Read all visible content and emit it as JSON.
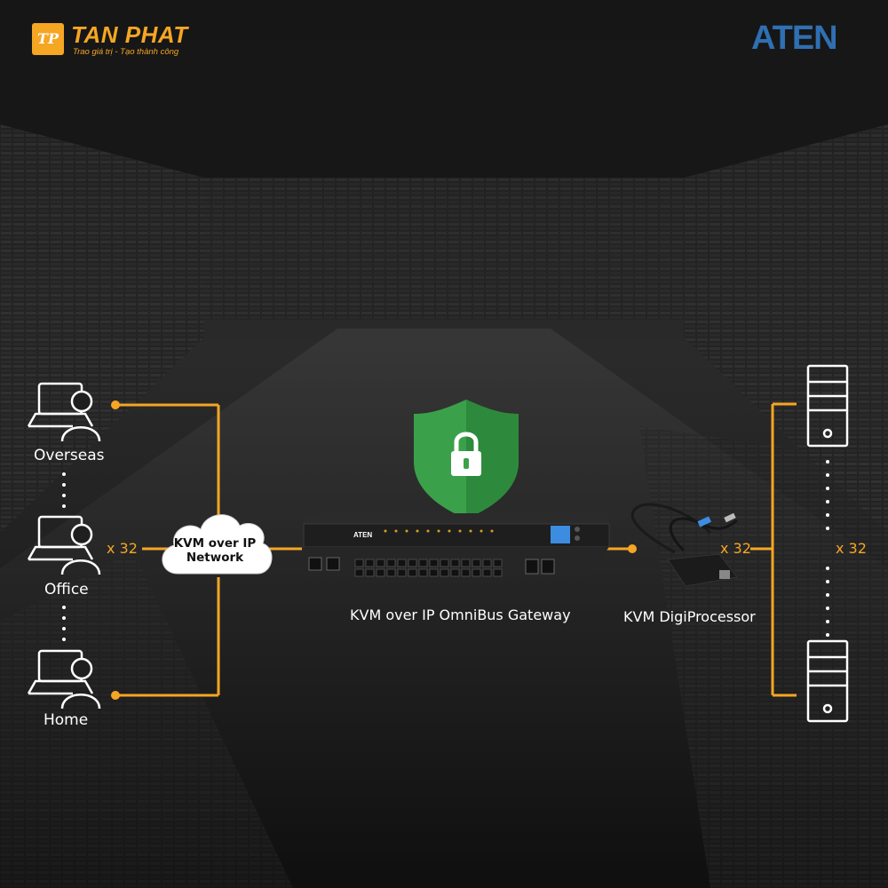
{
  "brand": {
    "mark": "TP",
    "name": "TAN PHAT",
    "tagline": "Trao giá trị - Tạo thành công",
    "aten": "ATEN",
    "device_badge": "ATEN"
  },
  "users": [
    {
      "label": "Overseas"
    },
    {
      "label": "Office"
    },
    {
      "label": "Home"
    }
  ],
  "users_multiplier": "x 32",
  "network": {
    "line1": "KVM over IP",
    "line2": "Network"
  },
  "gateway": {
    "label": "KVM over IP OmniBus Gateway"
  },
  "digiprocessor": {
    "label": "KVM DigiProcessor",
    "multiplier": "x 32"
  },
  "servers_multiplier": "x 32",
  "colors": {
    "connector": "#f5a623",
    "shield": "#3aa14a",
    "aten_blue": "#2f6fb3",
    "text": "#ffffff"
  },
  "icons": [
    "laptop-user-icon",
    "cloud-icon",
    "shield-lock-icon",
    "server-tower-icon",
    "kvm-gateway-device",
    "kvm-dongle-device"
  ]
}
